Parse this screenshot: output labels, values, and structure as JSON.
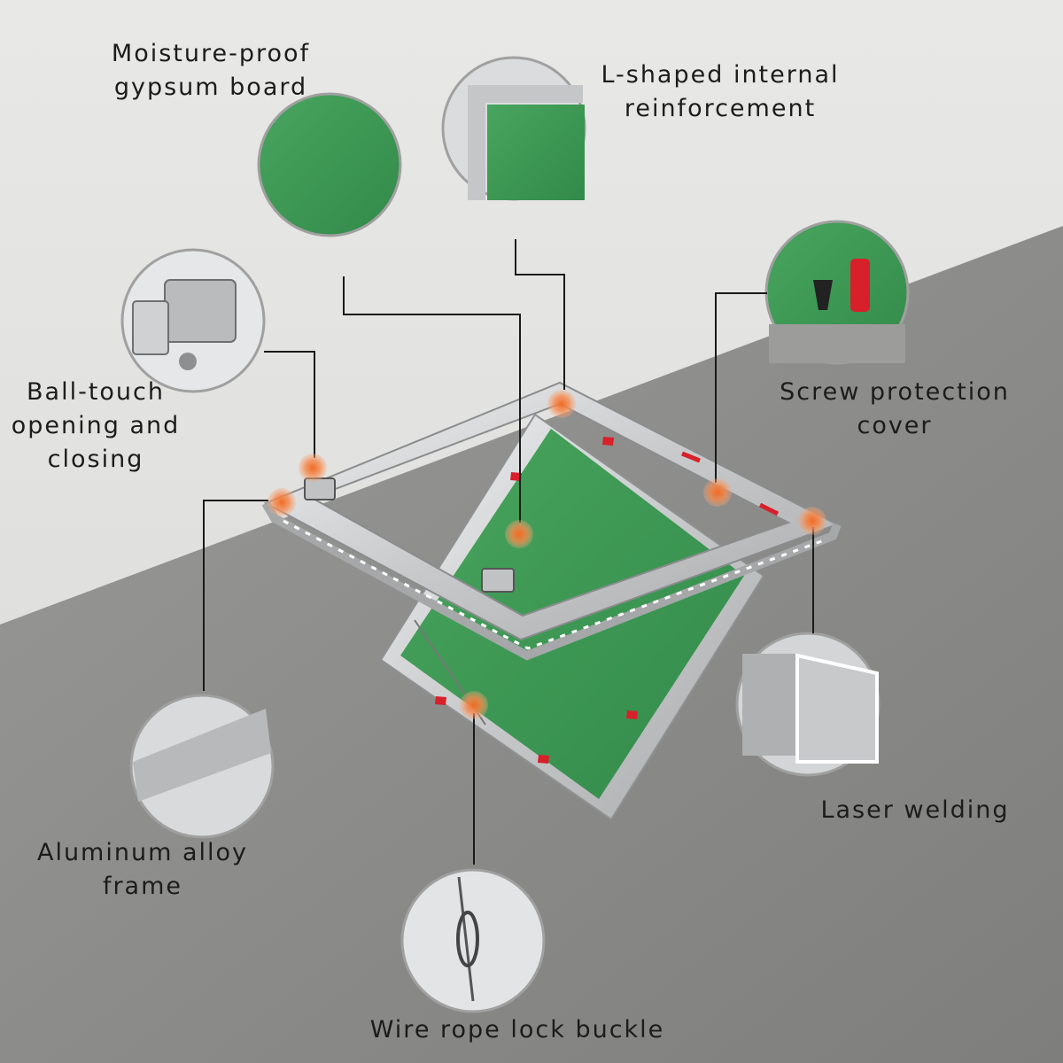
{
  "callouts": [
    {
      "id": "moisture-proof-gypsum-board",
      "lines": [
        "Moisture-proof",
        "gypsum board"
      ]
    },
    {
      "id": "l-shaped-internal-reinforcement",
      "lines": [
        "L-shaped internal",
        "reinforcement"
      ]
    },
    {
      "id": "ball-touch-opening-and-closing",
      "lines": [
        "Ball-touch",
        "opening and",
        "closing"
      ]
    },
    {
      "id": "screw-protection-cover",
      "lines": [
        "Screw protection",
        "cover"
      ]
    },
    {
      "id": "laser-welding",
      "lines": [
        "Laser welding"
      ]
    },
    {
      "id": "aluminum-alloy-frame",
      "lines": [
        "Aluminum alloy",
        "frame"
      ]
    },
    {
      "id": "wire-rope-lock-buckle",
      "lines": [
        "Wire rope lock buckle"
      ]
    }
  ],
  "colors": {
    "wall": "#e4e4e2",
    "floor": "#8d8d8b",
    "gypsum_green": "#3f9a56",
    "aluminum": "#d2d4d6",
    "marker_orange": "#f07a3a",
    "screw_cover_red": "#d8202a",
    "leader_line": "#1a1a1a"
  }
}
